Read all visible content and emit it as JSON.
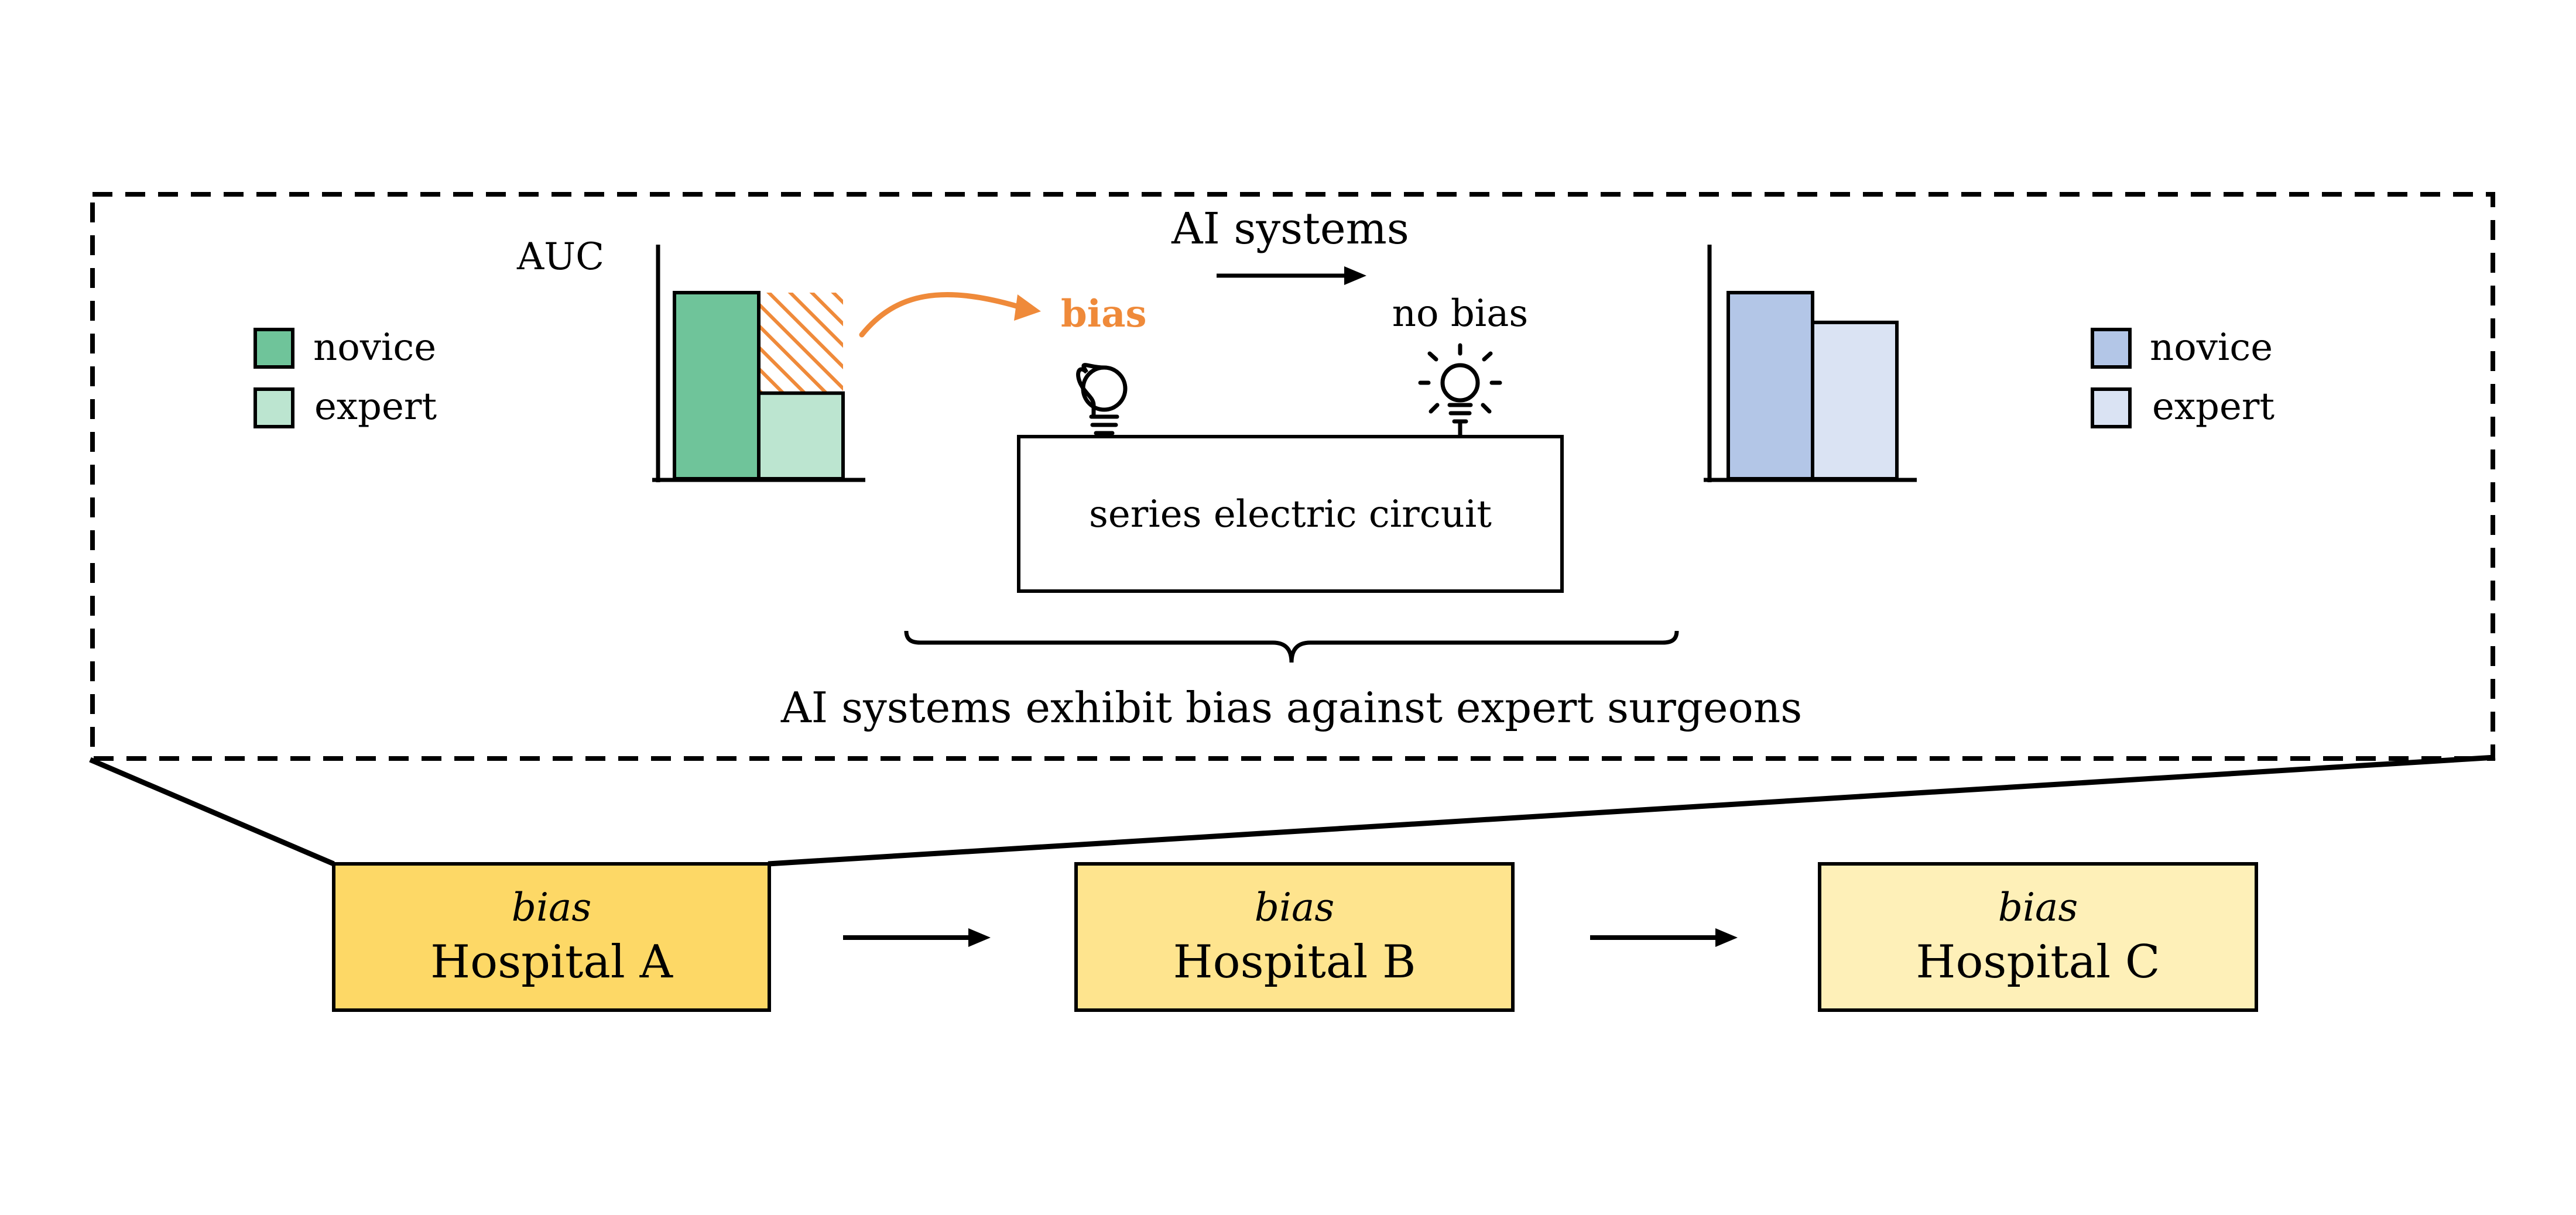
{
  "left_legend": {
    "items": [
      {
        "label": "novice",
        "color": "#6fc49a"
      },
      {
        "label": "expert",
        "color": "#bce5d0"
      }
    ]
  },
  "right_legend": {
    "items": [
      {
        "label": "novice",
        "color": "#b3c6e7"
      },
      {
        "label": "expert",
        "color": "#dae3f3"
      }
    ]
  },
  "left_chart": {
    "axis_label": "AUC",
    "bars": [
      {
        "group": "novice",
        "value": 1.0,
        "color": "#6fc49a"
      },
      {
        "group": "expert",
        "value": 0.46,
        "color": "#bce5d0"
      }
    ],
    "gap_fill_color": "#ef8a3a"
  },
  "right_chart": {
    "bars": [
      {
        "group": "novice",
        "value": 1.0,
        "color": "#b3c6e7"
      },
      {
        "group": "expert",
        "value": 0.84,
        "color": "#dae3f3"
      }
    ]
  },
  "circuit": {
    "title": "AI systems",
    "bias_label": "bias",
    "bias_color": "#ef8a3a",
    "no_bias_label": "no bias",
    "box_label": "series electric circuit"
  },
  "caption": "AI systems exhibit bias against expert surgeons",
  "hospitals": [
    {
      "tag": "bias",
      "name": "Hospital A",
      "color": "#fdd866"
    },
    {
      "tag": "bias",
      "name": "Hospital B",
      "color": "#fee48e"
    },
    {
      "tag": "bias",
      "name": "Hospital C",
      "color": "#fef0b8"
    }
  ]
}
